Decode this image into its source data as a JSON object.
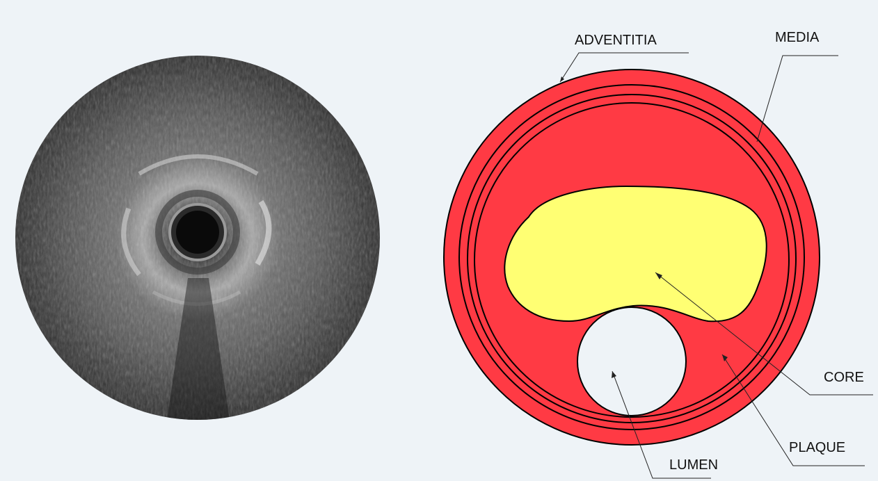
{
  "labels": {
    "adventitia": "ADVENTITIA",
    "media": "MEDIA",
    "core": "CORE",
    "plaque": "PLAQUE",
    "lumen": "LUMEN"
  },
  "colors": {
    "background": "#eef3f7",
    "plaque": "#ff3a44",
    "core": "#ffff73",
    "lumen": "#eef3f7",
    "outline": "#000000",
    "ultrasound_dark": "#1c1c1c",
    "ultrasound_mid": "#5a5a5a",
    "ultrasound_light": "#c8c8c8"
  }
}
